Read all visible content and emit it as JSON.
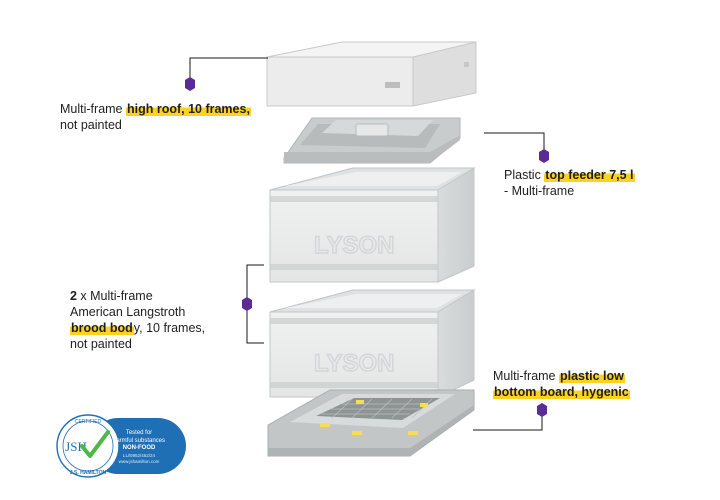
{
  "labels": {
    "roof": {
      "prefix": "Multi-frame ",
      "highlight": "high roof, 10 frames,",
      "suffix": "not painted"
    },
    "feeder": {
      "prefix": "Plastic ",
      "highlight": "top feeder 7,5 l",
      "suffix": "- Multi-frame"
    },
    "brood": {
      "count": "2",
      "line1": " x Multi-frame",
      "line2": "American Langstroth",
      "highlight": "brood bod",
      "after_highlight": "y, 10 frames,",
      "line4": "not painted"
    },
    "bottom": {
      "prefix": "Multi-frame ",
      "highlight1": "plastic low",
      "highlight2": "bottom board, hygenic"
    }
  },
  "brand": {
    "logo_text": "LYSON"
  },
  "badge": {
    "ring_top": "CERTIFIED",
    "ring_bottom": "J.S. HAMILTON",
    "monogram": "JSH",
    "line1": "Tested for",
    "line2": "harmful substances",
    "line3": "NON-FOOD",
    "code": "LU/0952/462/24",
    "url": "www.jshamilton.com"
  },
  "colors": {
    "highlight": "#ffd21f",
    "marker": "#5b2c91",
    "badge_blue": "#1f6fb5",
    "check_green": "#4cb848"
  }
}
